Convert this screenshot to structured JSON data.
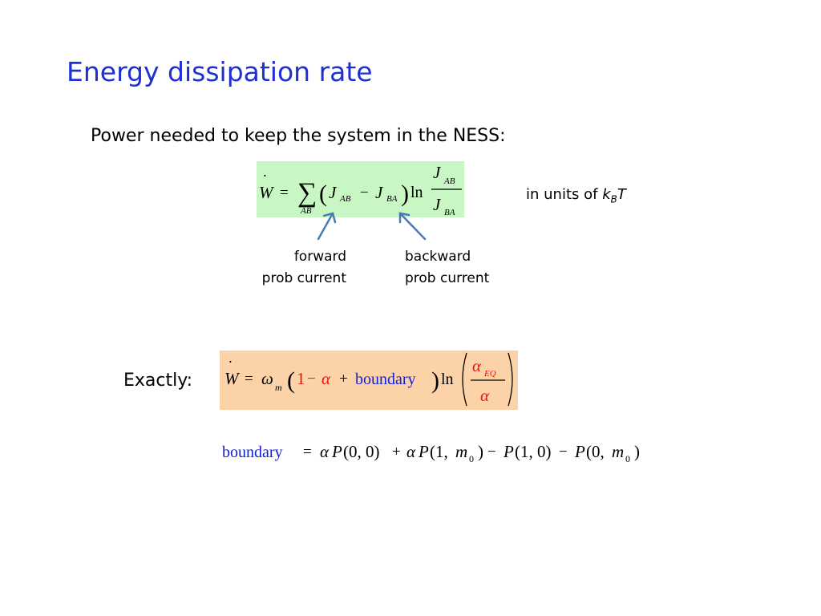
{
  "slide": {
    "title": "Energy dissipation rate",
    "subtitle": "Power needed to keep the system in the NESS:",
    "units_prefix": "in units of ",
    "units_k": "k",
    "units_b": "B",
    "units_t": "T",
    "forward_line1": "forward",
    "forward_line2": "prob current",
    "backward_line1": "backward",
    "backward_line2": "prob current",
    "exactly_label": "Exactly:"
  },
  "equations": {
    "eq1": {
      "w": "W",
      "dot": "˙",
      "equals": "=",
      "sum": "∑",
      "sum_index": "AB",
      "lparen": "(",
      "j": "J",
      "sub_ab": "AB",
      "minus": "−",
      "sub_ba": "BA",
      "rparen": ")",
      "ln": "ln"
    },
    "eq2": {
      "w": "W",
      "dot": "˙",
      "equals": "=",
      "omega": "ω",
      "sub_m": "m",
      "lparen": "(",
      "one": "1",
      "minus": "−",
      "alpha": "α",
      "plus": "+",
      "boundary": "boundary",
      "rparen": ")",
      "ln": "ln",
      "sub_eq": "EQ"
    },
    "eq3": {
      "boundary": "boundary",
      "equals": "=",
      "alpha": "α",
      "p": "P",
      "args_00": "(0, 0)",
      "plus": "+",
      "args_1m_open": "(1, ",
      "m": "m",
      "sub_0": "0",
      "close": ")",
      "minus": "−",
      "args_10": "(1, 0)",
      "args_0m_open": "(0, "
    }
  },
  "colors": {
    "title": "#1f2fd6",
    "eq1_box": "#c8f7c3",
    "eq2_box": "#fcd3a8",
    "red_terms": "#e8140c",
    "boundary_blue": "#1020d8",
    "arrow": "#4a7ab8"
  }
}
